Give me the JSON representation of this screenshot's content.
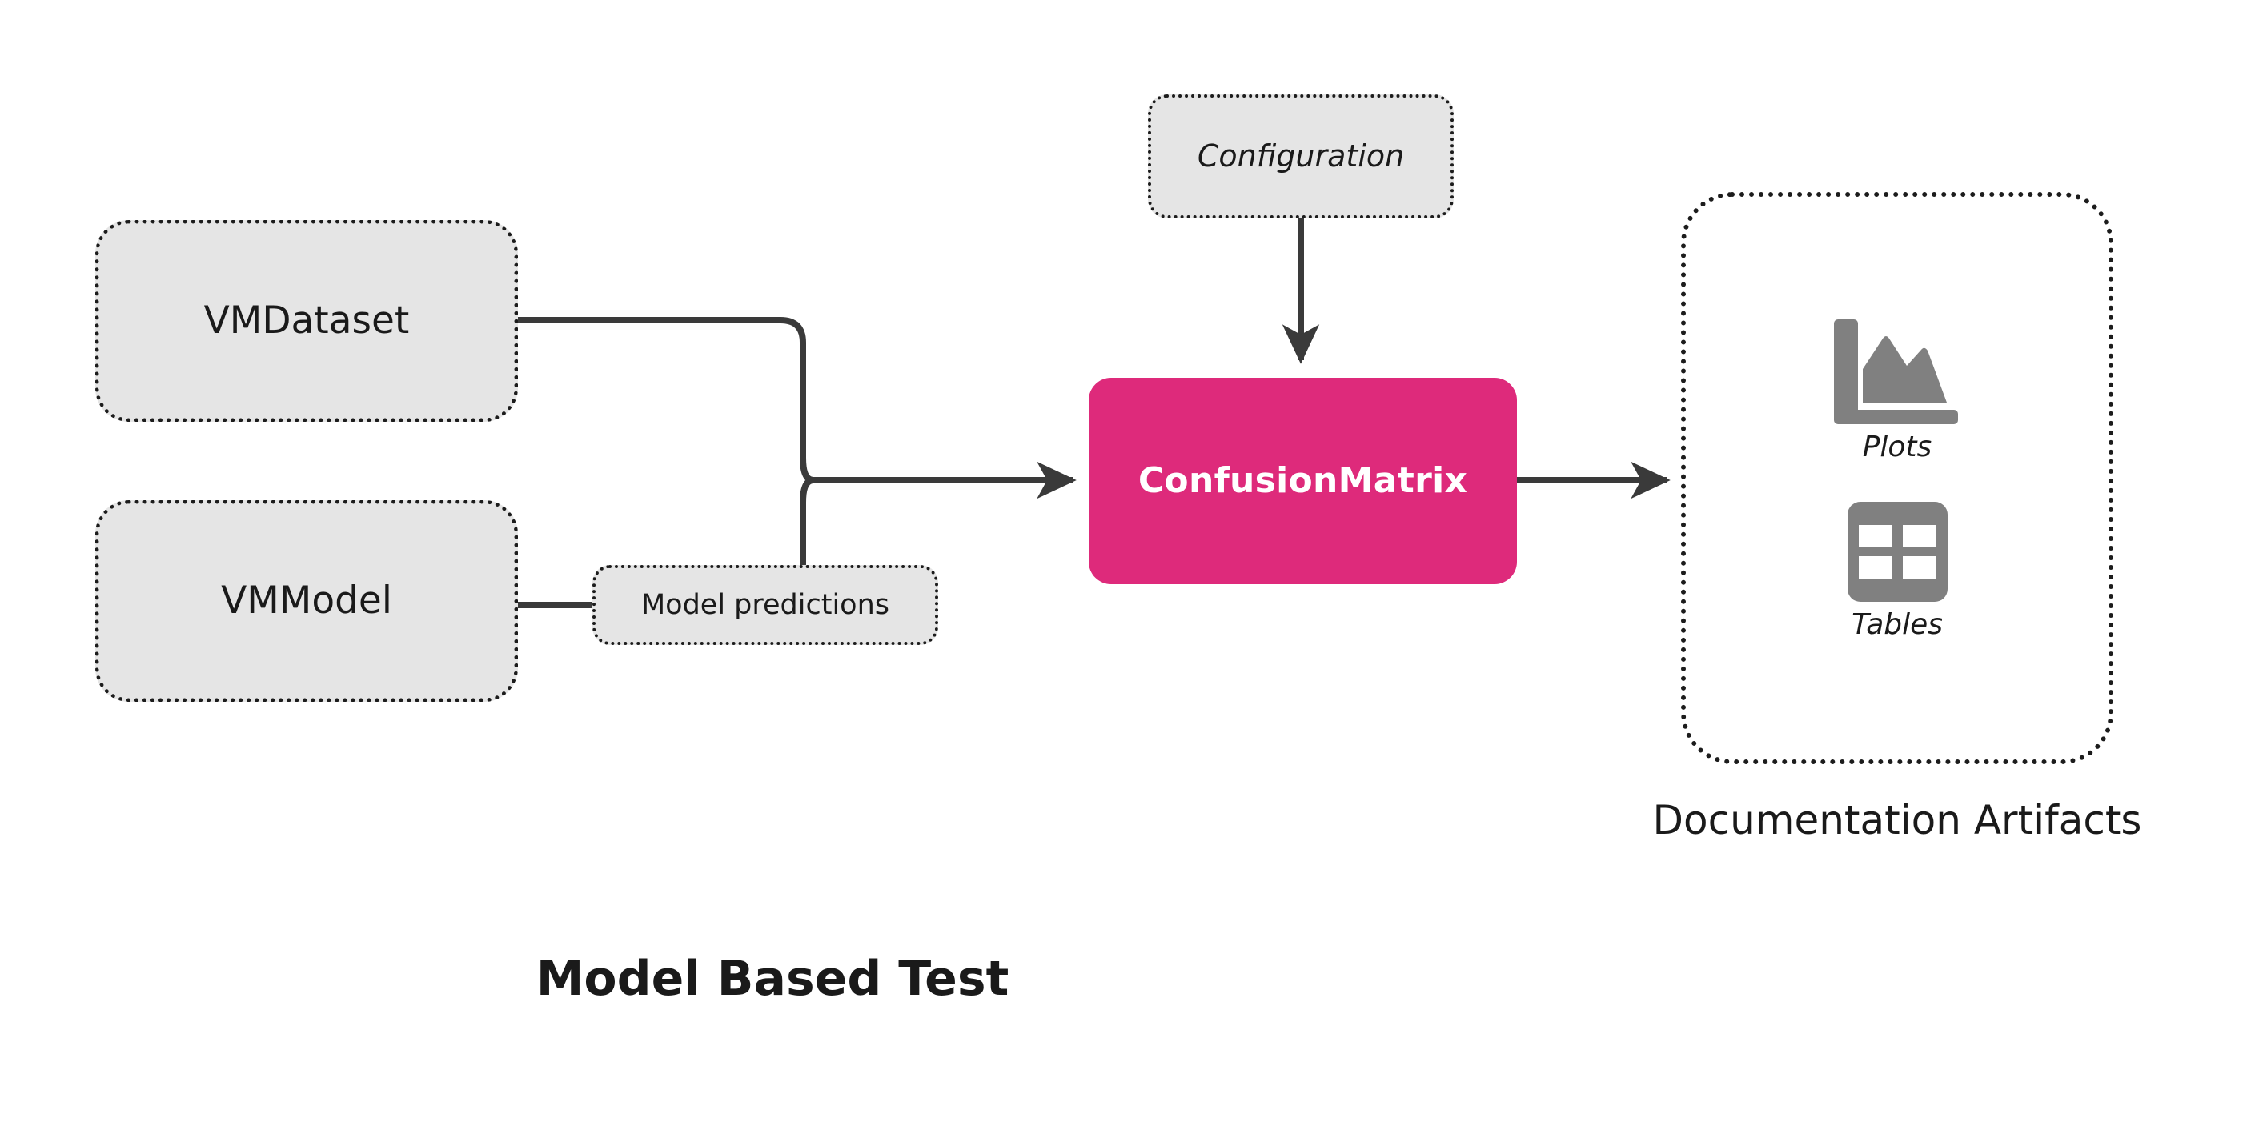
{
  "diagram": {
    "title": "Model Based Test",
    "type": "flow-diagram",
    "background_color": "#ffffff"
  },
  "colors": {
    "accent_pink": "#DE2A7B",
    "node_fill_gray": "#E5E5E5",
    "node_border": "#1C1C1C",
    "icon_gray": "#808080",
    "connector": "#3A3A3A",
    "text": "#1A1A1A"
  },
  "inputs": [
    {
      "id": "vmdataset",
      "label": "VMDataset",
      "style": "dotted-rounded-gray"
    },
    {
      "id": "vmmodel",
      "label": "VMModel",
      "style": "dotted-rounded-gray"
    }
  ],
  "intermediate": {
    "model_predictions": {
      "label": "Model predictions",
      "style": "dotted-rounded-gray"
    }
  },
  "configuration": {
    "label": "Configuration",
    "style": "dotted-rounded-gray-italic"
  },
  "test": {
    "label": "ConfusionMatrix",
    "style": "filled-pink-rounded",
    "color": "#DE2A7B"
  },
  "outputs": {
    "container_caption": "Documentation Artifacts",
    "artifacts": [
      {
        "id": "plots",
        "label": "Plots",
        "icon": "area-chart-icon"
      },
      {
        "id": "tables",
        "label": "Tables",
        "icon": "table-grid-icon"
      }
    ]
  },
  "edges": [
    {
      "from": "vmdataset",
      "to": "confusionmatrix",
      "arrow": true,
      "via": "junction"
    },
    {
      "from": "vmmodel",
      "to": "model-predictions",
      "arrow": false
    },
    {
      "from": "model-predictions",
      "to": "confusionmatrix",
      "arrow": true,
      "via": "junction"
    },
    {
      "from": "configuration",
      "to": "confusionmatrix",
      "arrow": true
    },
    {
      "from": "confusionmatrix",
      "to": "documentation-artifacts",
      "arrow": true
    }
  ]
}
